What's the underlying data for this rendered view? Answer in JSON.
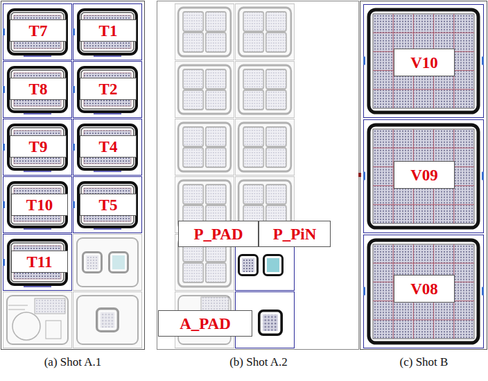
{
  "diagram": {
    "nodes": [
      {
        "text": [
          "(a) Shot A.1"
        ]
      },
      {
        "text": [
          "T7"
        ],
        "in": 0
      },
      {
        "text": [
          "T1"
        ],
        "in": 0
      },
      {
        "text": [
          "T8"
        ],
        "in": 0
      },
      {
        "text": [
          "T2"
        ],
        "in": 0
      },
      {
        "text": [
          "T9"
        ],
        "in": 0
      },
      {
        "text": [
          "T4"
        ],
        "in": 0
      },
      {
        "text": [
          "T10"
        ],
        "in": 0
      },
      {
        "text": [
          "T5"
        ],
        "in": 0
      },
      {
        "text": [
          "T11"
        ],
        "in": 0
      },
      {
        "text": [
          "(b) Shot A.2"
        ]
      },
      {
        "text": [
          "P_PAD"
        ],
        "in": 10
      },
      {
        "text": [
          "P_PiN"
        ],
        "in": 10
      },
      {
        "text": [
          "A_PAD"
        ],
        "in": 10
      },
      {
        "text": [
          "(c) Shot B"
        ]
      },
      {
        "text": [
          "V10"
        ],
        "in": 14
      },
      {
        "text": [
          "V09"
        ],
        "in": 14
      },
      {
        "text": [
          "V08"
        ],
        "in": 14
      }
    ]
  }
}
